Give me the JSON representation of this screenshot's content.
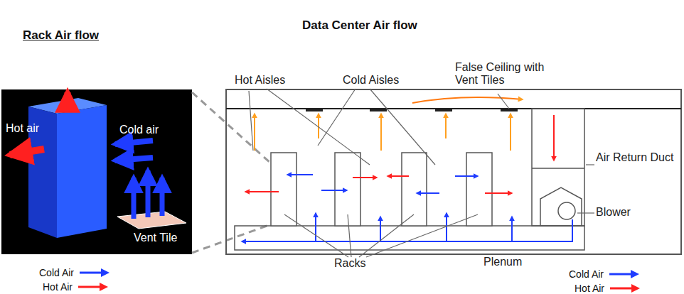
{
  "diagram": {
    "title": "Data Center Air flow",
    "labels": [
      "Rack Air flow",
      "Cold air",
      "Hot air",
      "Vent Tile",
      "Hot Aisles",
      "Cold Aisles",
      "False Ceiling with Vent Tiles",
      "Air Return Duct",
      "Blower",
      "Racks",
      "Plenum"
    ],
    "legend": [
      {
        "text": "Cold Air",
        "color": "#1f3cff"
      },
      {
        "text": "Hot Air",
        "color": "#ff2020"
      },
      {
        "text": "Cold Air",
        "color": "#1f3cff"
      },
      {
        "text": "Hot Air",
        "color": "#ff2020"
      }
    ]
  }
}
